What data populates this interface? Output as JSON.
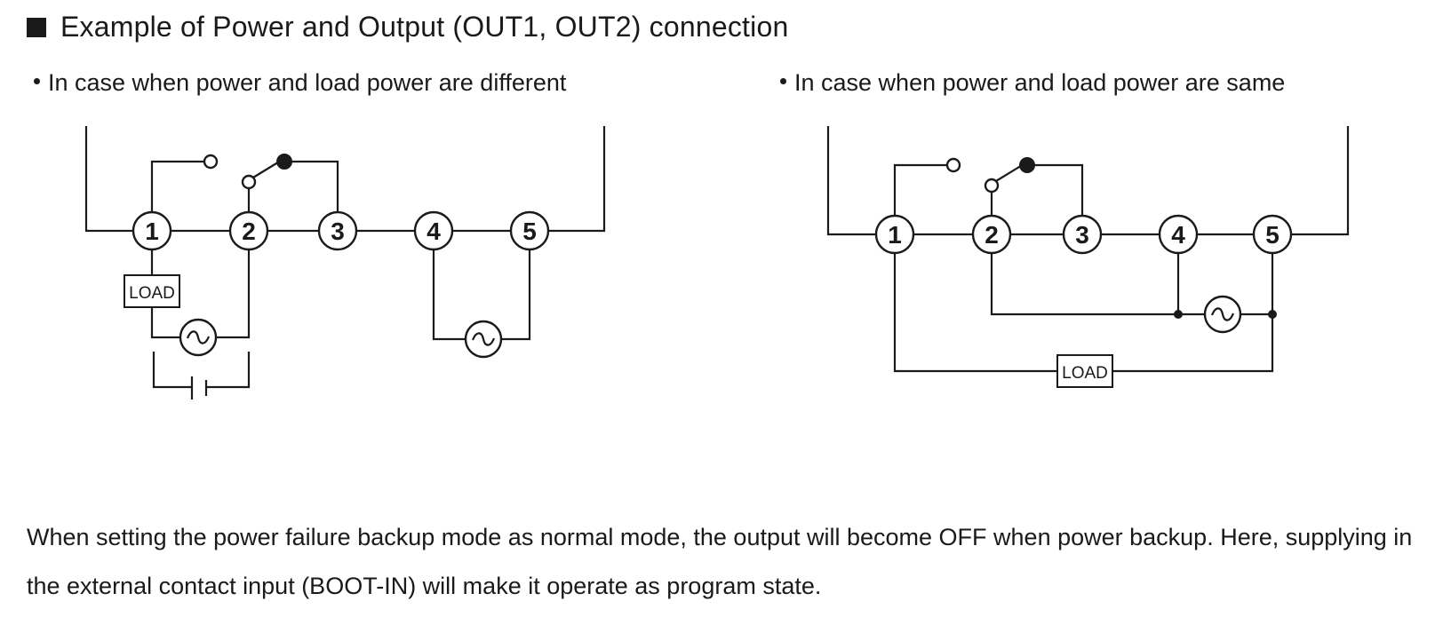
{
  "heading": "Example of Power and Output (OUT1, OUT2) connection",
  "captions": {
    "left": "In case when power and load power are different",
    "right": "In case when power and load power are same"
  },
  "terminals": [
    "1",
    "2",
    "3",
    "4",
    "5"
  ],
  "load_label": "LOAD",
  "paragraph": "When setting the power failure backup mode as normal mode, the output will become OFF when power backup. Here, supplying in the external contact input (BOOT-IN) will make it operate as program state."
}
